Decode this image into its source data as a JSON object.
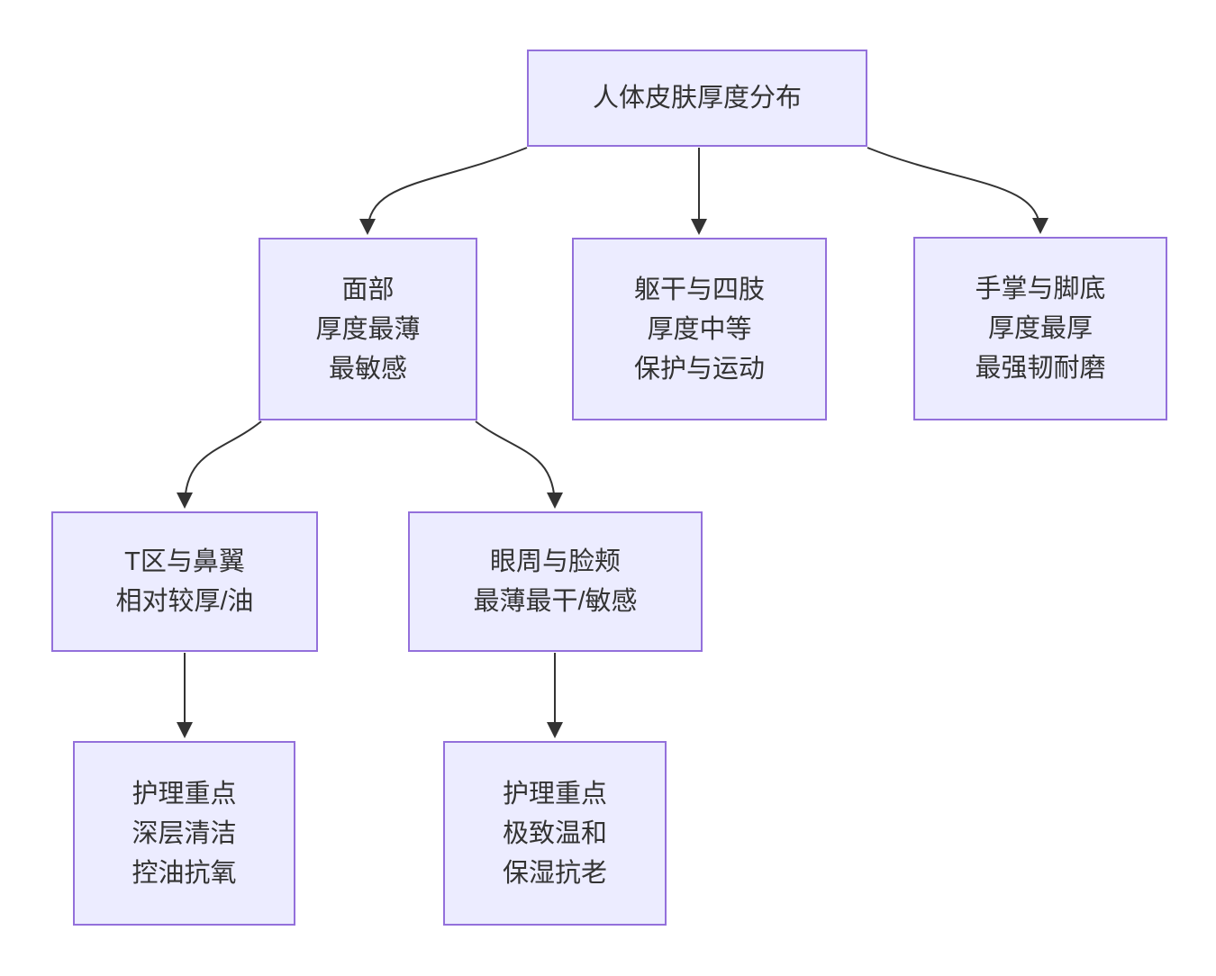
{
  "diagram": {
    "title": "人体皮肤厚度分布",
    "colors": {
      "node_fill": "#ECECFF",
      "node_border": "#9370DB",
      "edge": "#333333",
      "text": "#333333",
      "background": "#ffffff"
    },
    "nodes": [
      {
        "id": "root",
        "lines": [
          "人体皮肤厚度分布"
        ]
      },
      {
        "id": "face",
        "lines": [
          "面部",
          "厚度最薄",
          "最敏感"
        ]
      },
      {
        "id": "trunk",
        "lines": [
          "躯干与四肢",
          "厚度中等",
          "保护与运动"
        ]
      },
      {
        "id": "palm",
        "lines": [
          "手掌与脚底",
          "厚度最厚",
          "最强韧耐磨"
        ]
      },
      {
        "id": "tzone",
        "lines": [
          "T区与鼻翼",
          "相对较厚/油"
        ]
      },
      {
        "id": "eye",
        "lines": [
          "眼周与脸颊",
          "最薄最干/敏感"
        ]
      },
      {
        "id": "care-oil",
        "lines": [
          "护理重点",
          "深层清洁",
          "控油抗氧"
        ]
      },
      {
        "id": "care-gentle",
        "lines": [
          "护理重点",
          "极致温和",
          "保湿抗老"
        ]
      }
    ],
    "edges": [
      {
        "from": "root",
        "to": "face"
      },
      {
        "from": "root",
        "to": "trunk"
      },
      {
        "from": "root",
        "to": "palm"
      },
      {
        "from": "face",
        "to": "tzone"
      },
      {
        "from": "face",
        "to": "eye"
      },
      {
        "from": "tzone",
        "to": "care-oil"
      },
      {
        "from": "eye",
        "to": "care-gentle"
      }
    ]
  }
}
